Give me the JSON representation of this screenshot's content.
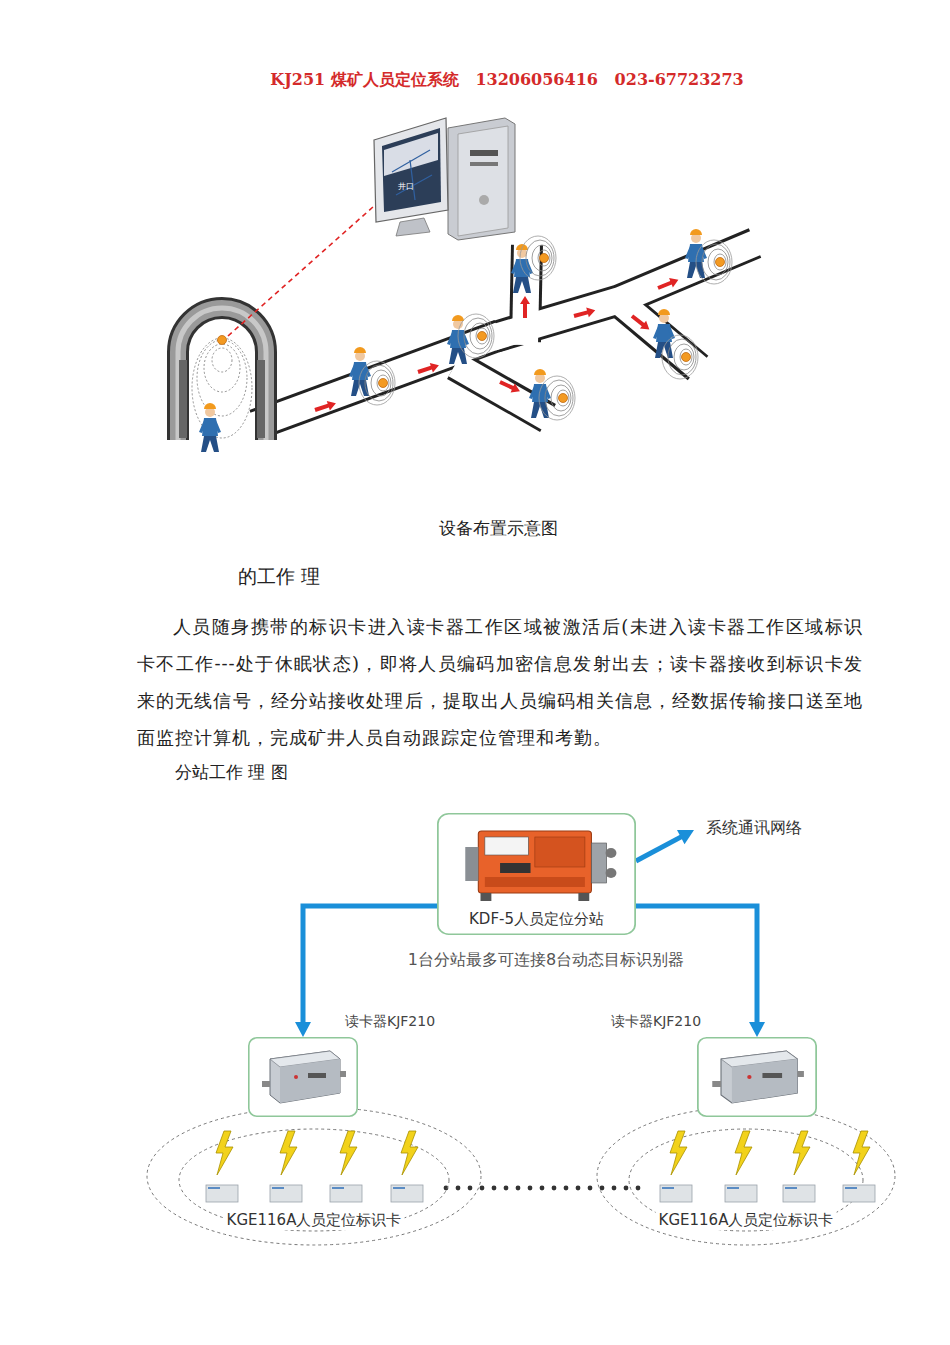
{
  "diagram": {
    "title": "KJ251 煤矿人员定位系统   13206056416   023-67723273",
    "caption": "设备布置示意图",
    "nodes": [
      {
        "text": [
          "KDF-5人员定位分站"
        ]
      },
      {
        "text": [
          "系统通讯网络"
        ]
      },
      {
        "text": [
          "读卡器KJF210"
        ]
      },
      {
        "text": [
          "读卡器KJF210"
        ]
      },
      {
        "text": [
          "KGE116A人员定位标识卡"
        ]
      },
      {
        "text": [
          "KGE116A人员定位标识卡"
        ]
      }
    ],
    "edges": [
      {
        "from": 0,
        "to": 1,
        "arrow": "to"
      },
      {
        "from": 0,
        "to": 2,
        "arrow": "to"
      },
      {
        "from": 0,
        "to": 3,
        "arrow": "to"
      }
    ],
    "labels": [
      "井口",
      "的工作 理",
      "人员随身携带的标识卡进入读卡器工作区域被激活后(未进入读卡器工作区域标识卡不工作---处于休眠状态)，即将人员编码加密信息发射出去；读卡器接收到标识卡发来的无线信号，经分站接收处理后，提取出人员编码相关信息，经数据传输接口送至地面监控计算机，完成矿井人员自动跟踪定位管理和考勤。",
      "分站工作 理 图",
      "1台分站最多可连接8台动态目标识别器"
    ]
  }
}
